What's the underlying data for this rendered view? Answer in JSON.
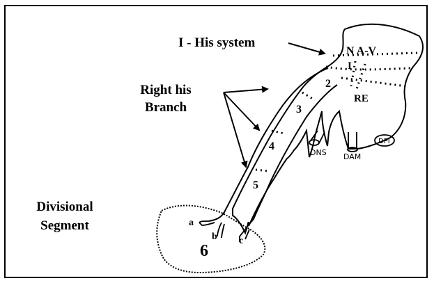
{
  "labels": {
    "his_system": "I - His system",
    "right_his_branch_line1": "Right his",
    "right_his_branch_line2": "Branch",
    "divisional_line1": "Divisional",
    "divisional_line2": "Segment"
  },
  "diagram_marks": {
    "nav": "N A-V",
    "re": "RE",
    "seg1": "I",
    "seg2": "2",
    "seg3": "3",
    "seg4": "4",
    "seg5": "5",
    "seg6": "6",
    "a": "a",
    "b": "b",
    "c": "c",
    "dns": "DNS",
    "dam": "DAM",
    "dpi": "DPI"
  },
  "colors": {
    "ink": "#000000",
    "background": "#ffffff"
  }
}
